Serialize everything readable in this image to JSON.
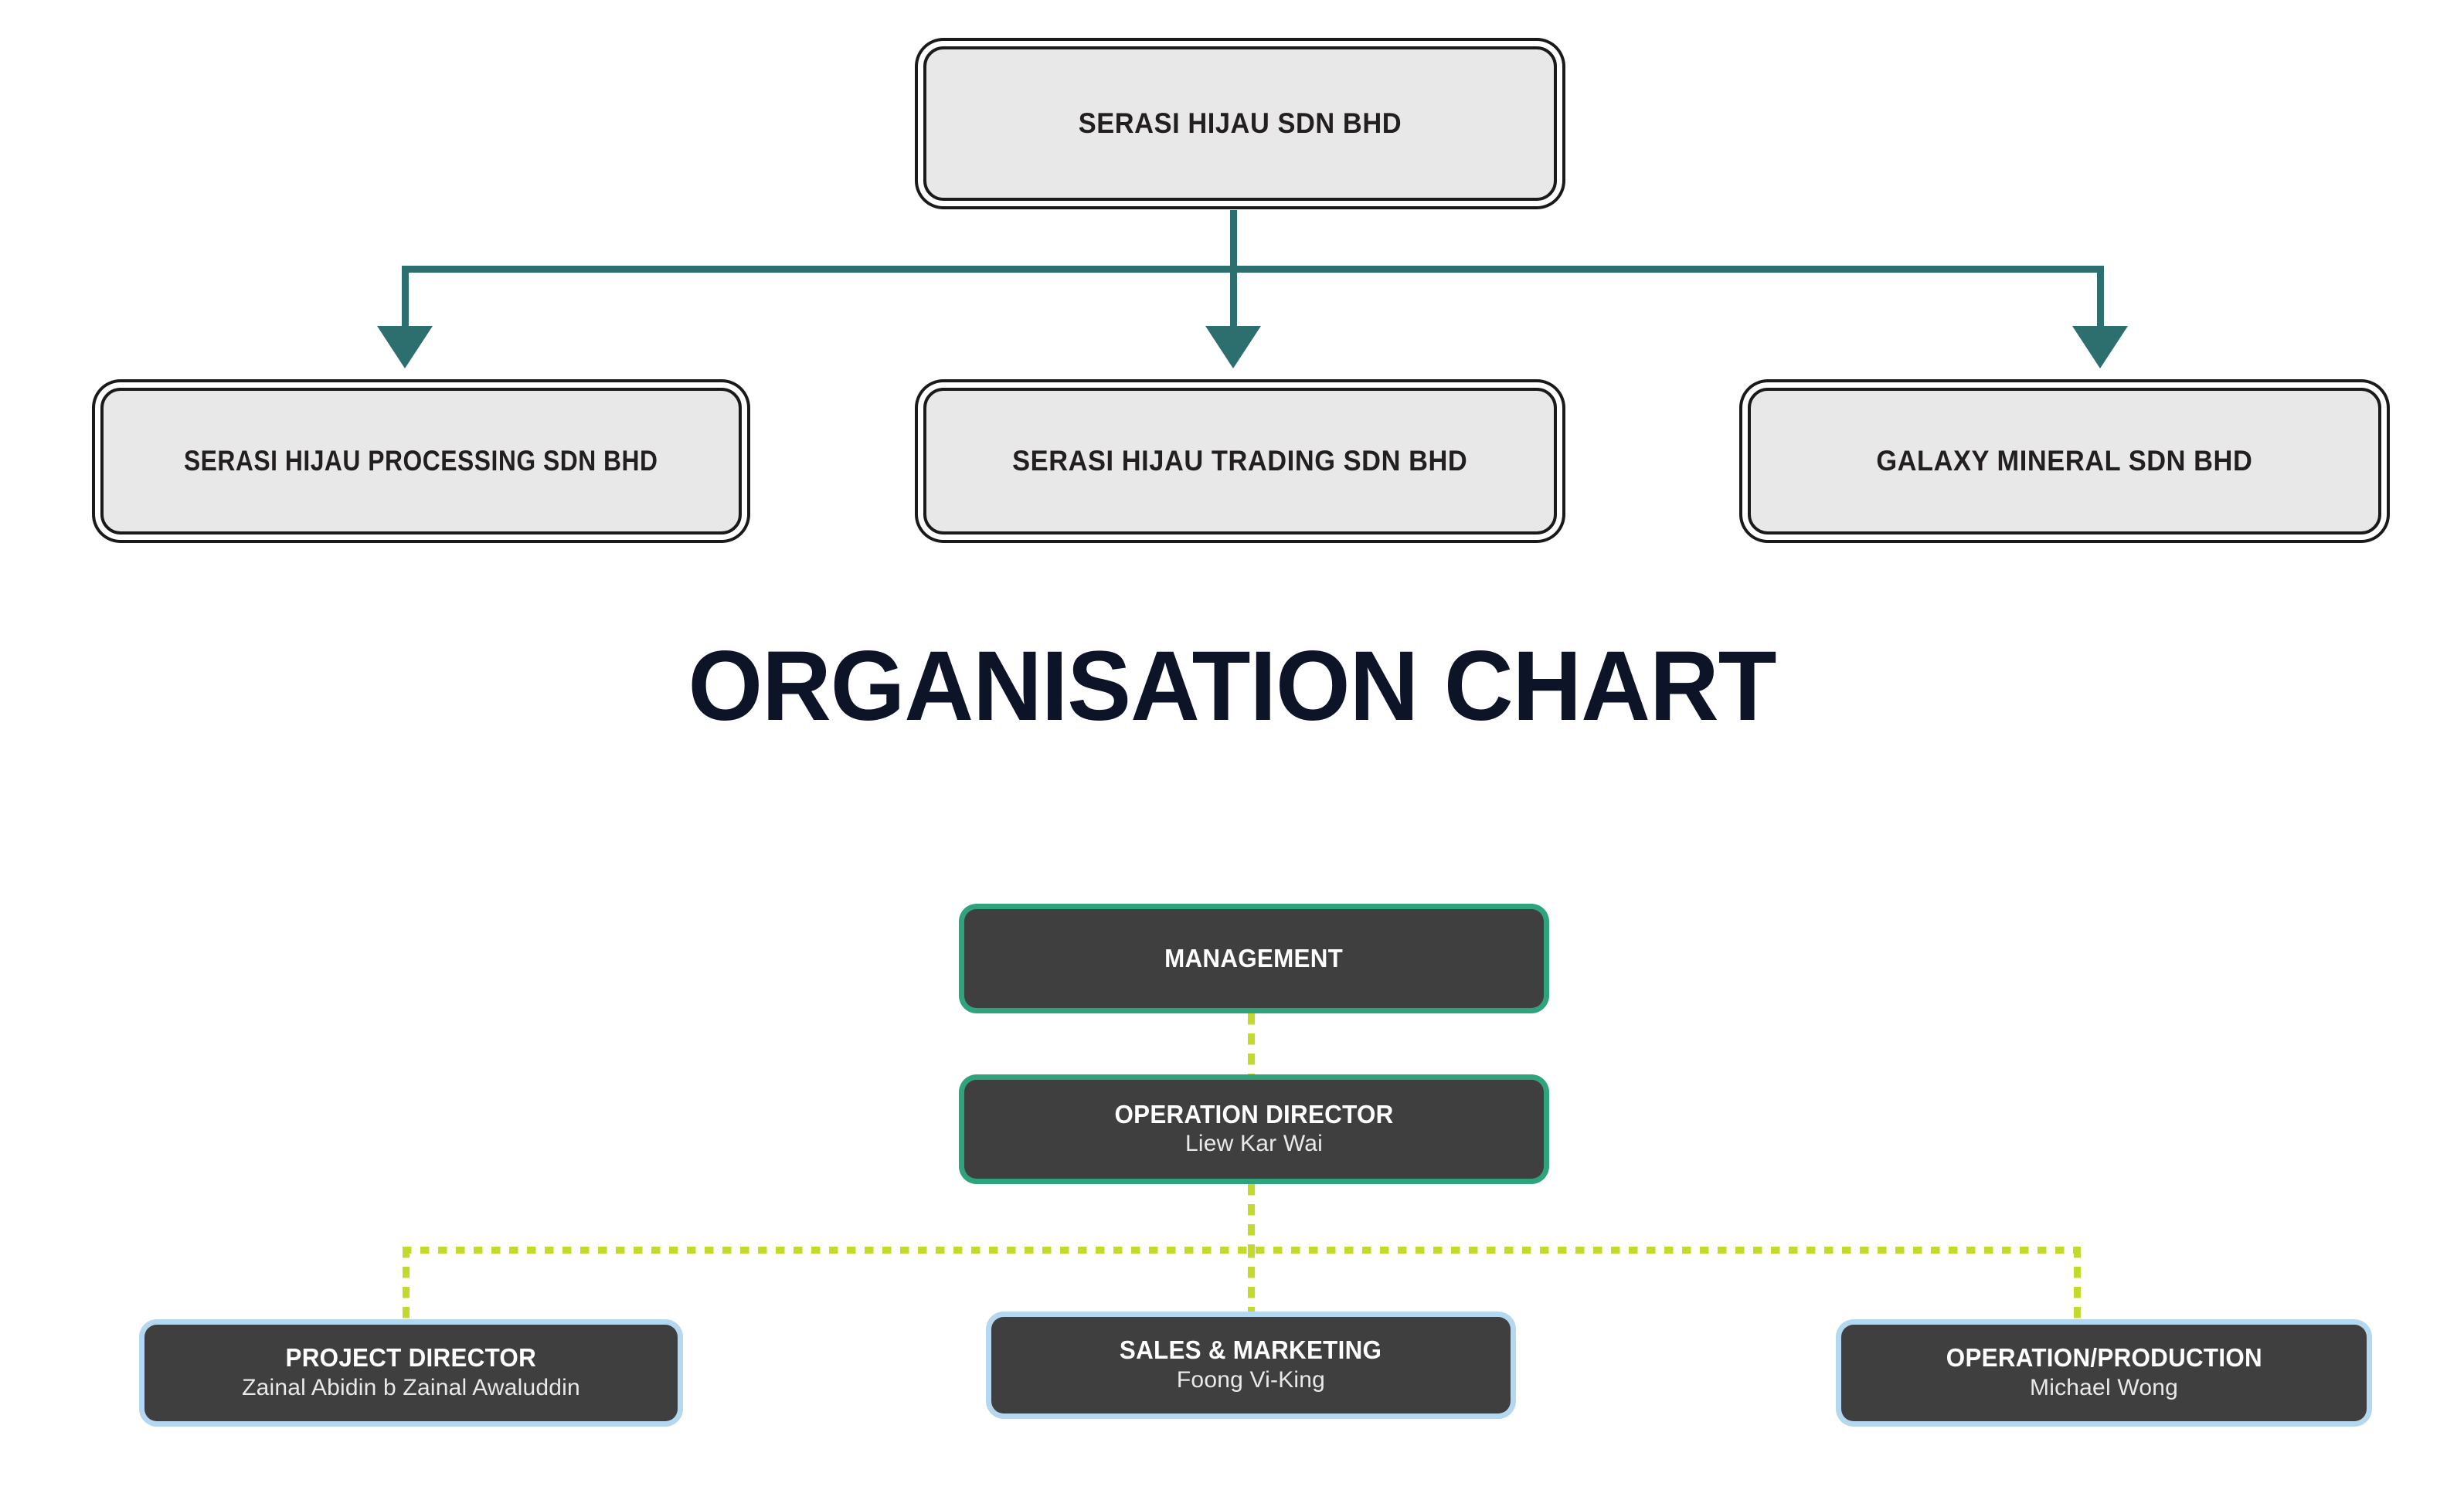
{
  "corporate": {
    "root": {
      "label": "SERASI HIJAU SDN BHD"
    },
    "subsidiaries": [
      {
        "label": "SERASI HIJAU PROCESSING SDN BHD"
      },
      {
        "label": "SERASI HIJAU TRADING SDN BHD"
      },
      {
        "label": "GALAXY MINERAL SDN BHD"
      }
    ]
  },
  "title": {
    "text": "ORGANISATION CHART"
  },
  "org": {
    "management": {
      "title": "MANAGEMENT",
      "name": ""
    },
    "operation_director": {
      "title": "OPERATION DIRECTOR",
      "name": "Liew Kar Wai"
    },
    "departments": [
      {
        "title": "PROJECT DIRECTOR",
        "name": "Zainal Abidin b Zainal Awaluddin"
      },
      {
        "title": "SALES & MARKETING",
        "name": "Foong Vi-King"
      },
      {
        "title": "OPERATION/PRODUCTION",
        "name": "Michael Wong"
      }
    ]
  },
  "colors": {
    "connector_teal": "#2d6e6e",
    "connector_lime": "#c3d92b",
    "box_dark": "#3f3f40",
    "border_green": "#2ea37c",
    "border_blue": "#b4d8f0",
    "box_grey": "#e8e8e8",
    "title_navy": "#0d1427"
  }
}
